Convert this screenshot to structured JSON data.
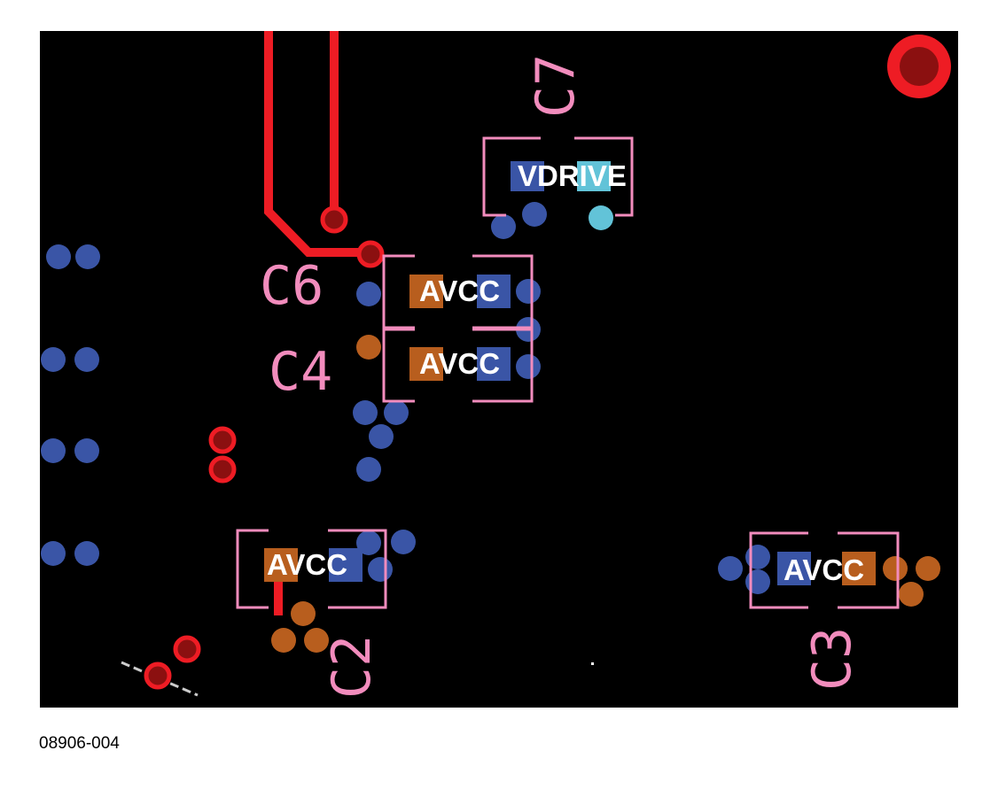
{
  "colors": {
    "board": "#000000",
    "trace": "#ee1c24",
    "via_red_fill": "#8b1010",
    "net_blue": "#3a55a6",
    "net_orange": "#b85e1e",
    "net_cyan": "#62c3d8",
    "silkscreen": "#f28cbd",
    "pad_text": "#ffffff"
  },
  "nets": {
    "vdrive": "VDRIVE",
    "avcc": "AVCC"
  },
  "components": {
    "c7": {
      "designator": "C7",
      "label": "VDRIVE"
    },
    "c6": {
      "designator": "C6",
      "label": "AVCC"
    },
    "c4": {
      "designator": "C4",
      "label": "AVCC"
    },
    "c2": {
      "designator": "C2",
      "label": "AVCC"
    },
    "c3": {
      "designator": "C3",
      "label": "AVCC"
    }
  },
  "figure_id": "08906-004"
}
